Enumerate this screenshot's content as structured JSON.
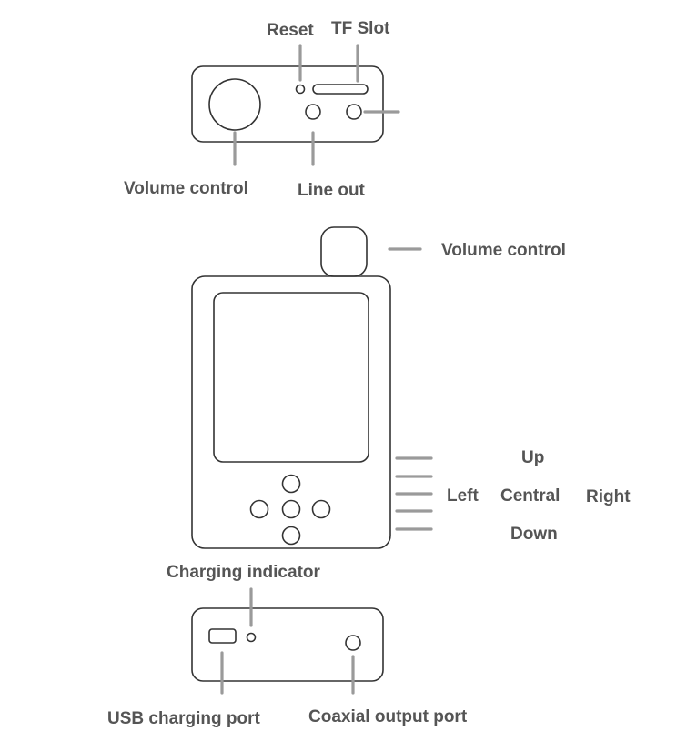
{
  "labels": {
    "reset": "Reset",
    "tf_slot": "TF Slot",
    "volume_control_top": "Volume control",
    "line_out": "Line out",
    "volume_control_side": "Volume control",
    "up": "Up",
    "left": "Left",
    "central": "Central",
    "right": "Right",
    "down": "Down",
    "charging_indicator": "Charging indicator",
    "usb_charging_port": "USB charging port",
    "coaxial_output_port": "Coaxial output port"
  },
  "colors": {
    "outline": "#333333",
    "leader": "#9a9a9a",
    "label_text": "#555555",
    "background": "#ffffff"
  }
}
